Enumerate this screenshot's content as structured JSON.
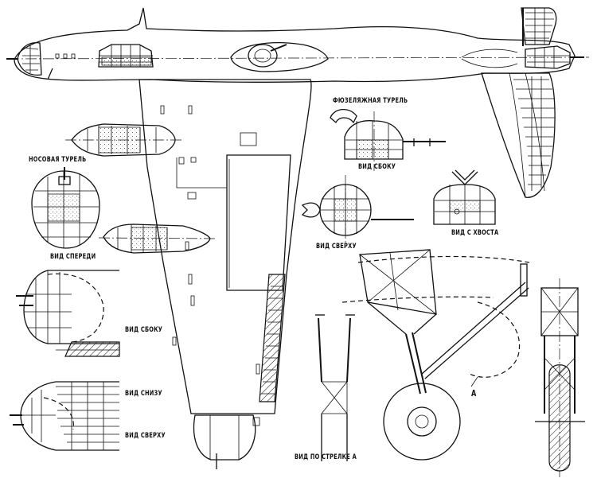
{
  "labels": {
    "fuselage_turret": "ФЮЗЕЛЯЖНАЯ ТУРЕЛЬ",
    "side_view_turret": "ВИД СБОКУ",
    "nose_turret": "НОСОВАЯ ТУРЕЛЬ",
    "top_view_turret": "ВИД СВЕРХУ",
    "tail_view": "ВИД С ХВОСТА",
    "front_view": "ВИД СПЕРЕДИ",
    "nose_side_view": "ВИД СБОКУ",
    "nose_bottom_view": "ВИД СНИЗУ",
    "nose_top_view": "ВИД СВЕРХУ",
    "strut_view": "ВИД ПО СТРЕЛКЕ А",
    "arrow_a": "А"
  }
}
